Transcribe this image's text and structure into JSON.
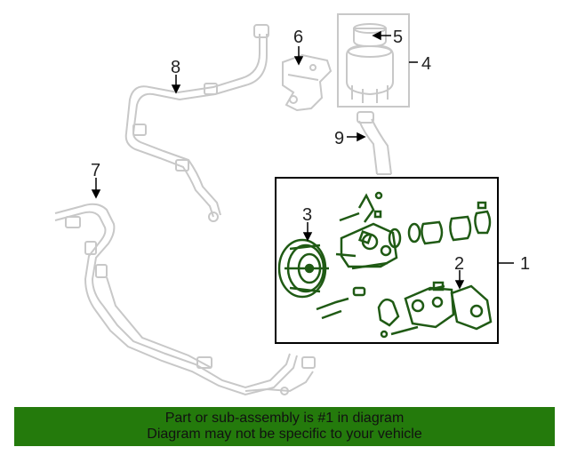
{
  "callouts": {
    "c1": "1",
    "c2": "2",
    "c3": "3",
    "c4": "4",
    "c5": "5",
    "c6": "6",
    "c7": "7",
    "c8": "8",
    "c9": "9"
  },
  "banner": {
    "line1": "Part or sub-assembly is #1 in diagram",
    "line2": "Diagram may not be specific to your vehicle",
    "color": "#247a0c"
  },
  "colors": {
    "line_art": "#c8c8c8",
    "highlight_art": "#1f5a14",
    "callout_text": "#222222"
  }
}
